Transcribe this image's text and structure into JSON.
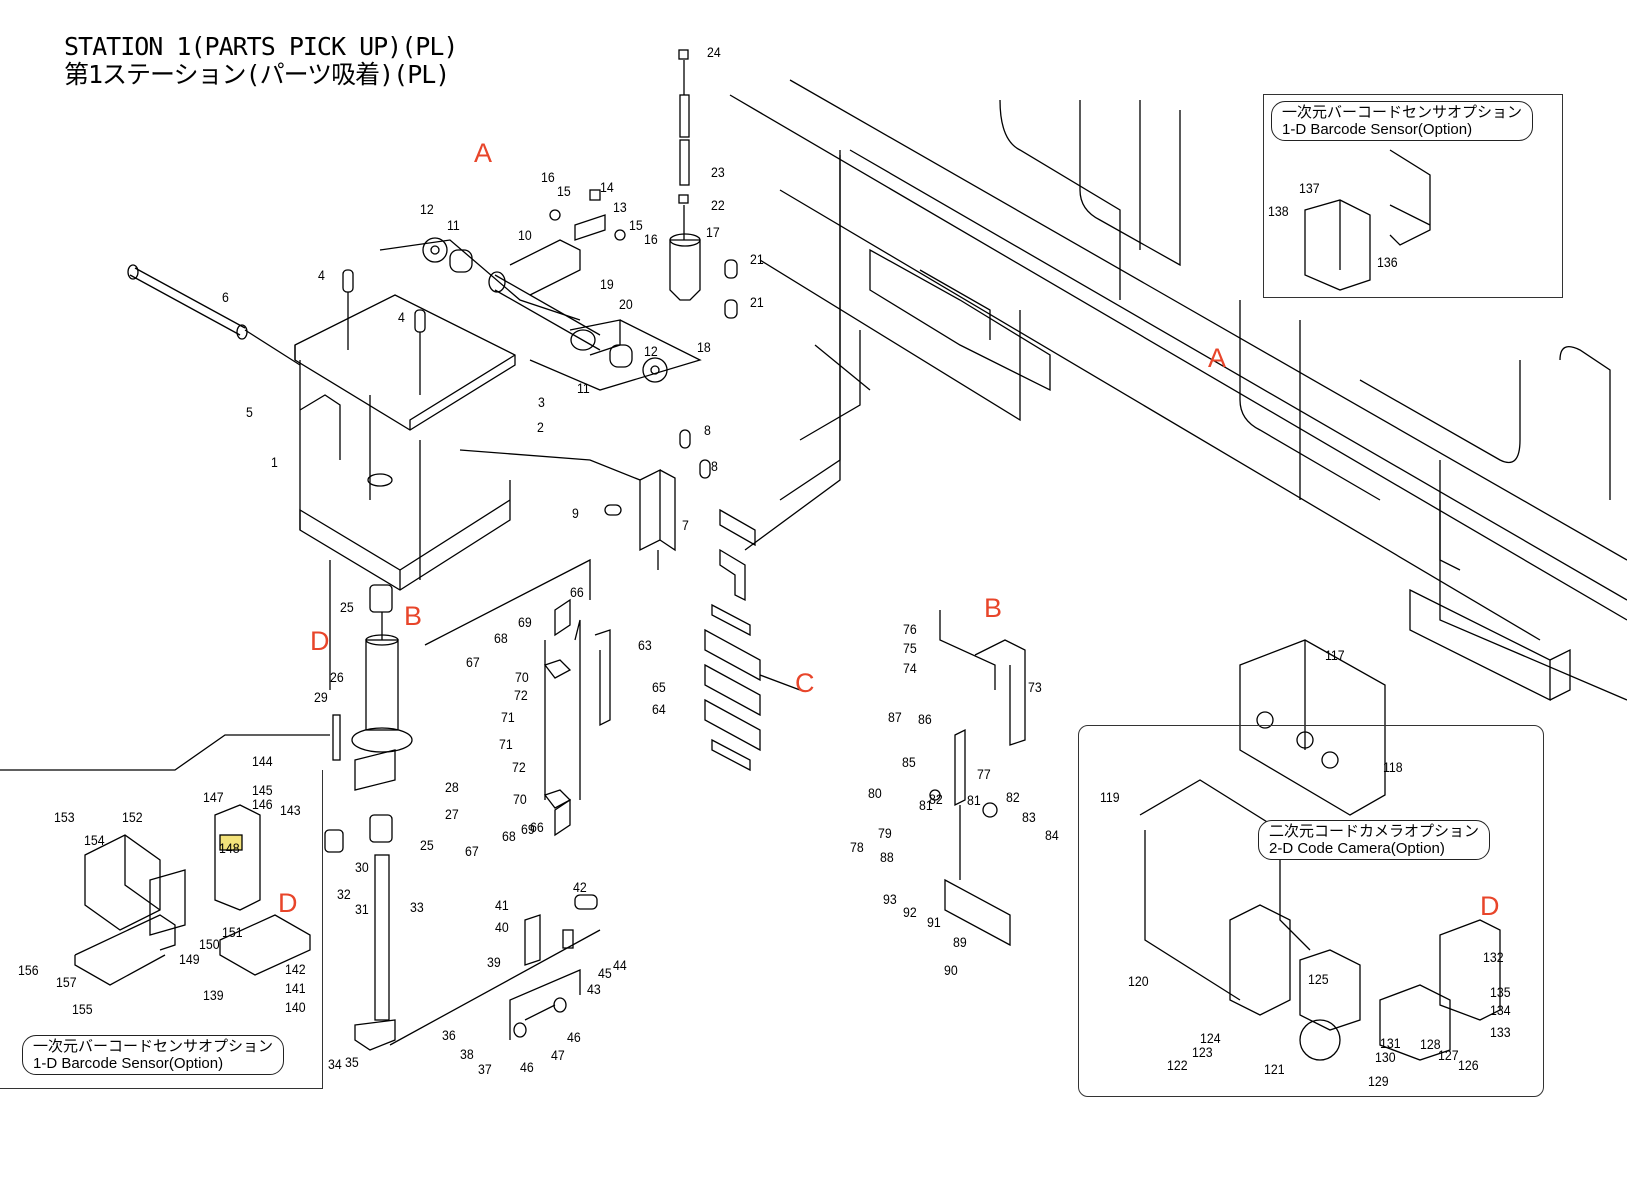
{
  "title": {
    "en": "STATION 1(PARTS PICK UP)(PL)",
    "ja": "第1ステーション(パーツ吸着)(PL)"
  },
  "accent_color": "#e8452a",
  "reference_markers": [
    {
      "id": "A-top",
      "text": "A"
    },
    {
      "id": "A-right",
      "text": "A"
    },
    {
      "id": "B-left",
      "text": "B"
    },
    {
      "id": "B-right",
      "text": "B"
    },
    {
      "id": "C",
      "text": "C"
    },
    {
      "id": "D-left",
      "text": "D"
    },
    {
      "id": "D-inset",
      "text": "D"
    },
    {
      "id": "D-camera",
      "text": "D"
    }
  ],
  "options": {
    "barcode_top": {
      "ja": "一次元バーコードセンサオプション",
      "en": "1-D Barcode Sensor(Option)",
      "parts": [
        "136",
        "137",
        "138"
      ]
    },
    "barcode_left": {
      "ja": "一次元バーコードセンサオプション",
      "en": "1-D Barcode Sensor(Option)",
      "parts": [
        "139",
        "140",
        "141",
        "142",
        "143",
        "144",
        "145",
        "146",
        "147",
        "148",
        "149",
        "150",
        "151",
        "152",
        "153",
        "154",
        "155",
        "156",
        "157"
      ]
    },
    "camera": {
      "ja": "二次元コードカメラオプション",
      "en": "2-D Code Camera(Option)",
      "parts": [
        "117",
        "118",
        "119",
        "120",
        "121",
        "122",
        "123",
        "124",
        "125",
        "126",
        "127",
        "128",
        "129",
        "130",
        "131",
        "132",
        "133",
        "134",
        "135"
      ]
    }
  },
  "part_labels": [
    "1",
    "2",
    "3",
    "4",
    "4",
    "5",
    "6",
    "7",
    "8",
    "8",
    "9",
    "10",
    "11",
    "11",
    "12",
    "12",
    "13",
    "14",
    "15",
    "15",
    "16",
    "16",
    "17",
    "18",
    "19",
    "20",
    "21",
    "21",
    "22",
    "23",
    "24",
    "25",
    "25",
    "26",
    "27",
    "28",
    "29",
    "30",
    "31",
    "32",
    "33",
    "34",
    "35",
    "36",
    "37",
    "38",
    "39",
    "40",
    "41",
    "42",
    "43",
    "44",
    "45",
    "46",
    "46",
    "47",
    "63",
    "64",
    "65",
    "66",
    "66",
    "67",
    "67",
    "68",
    "68",
    "69",
    "69",
    "70",
    "70",
    "71",
    "71",
    "72",
    "72",
    "73",
    "74",
    "75",
    "76",
    "77",
    "78",
    "79",
    "80",
    "81",
    "81",
    "82",
    "82",
    "83",
    "84",
    "85",
    "86",
    "87",
    "88",
    "89",
    "90",
    "91",
    "92",
    "93",
    "117",
    "118",
    "119",
    "120",
    "121",
    "122",
    "123",
    "124",
    "125",
    "126",
    "127",
    "128",
    "129",
    "130",
    "131",
    "132",
    "133",
    "134",
    "135",
    "136",
    "137",
    "138",
    "139",
    "140",
    "141",
    "142",
    "143",
    "144",
    "145",
    "146",
    "147",
    "148",
    "149",
    "150",
    "151",
    "152",
    "153",
    "154",
    "155",
    "156",
    "157"
  ]
}
